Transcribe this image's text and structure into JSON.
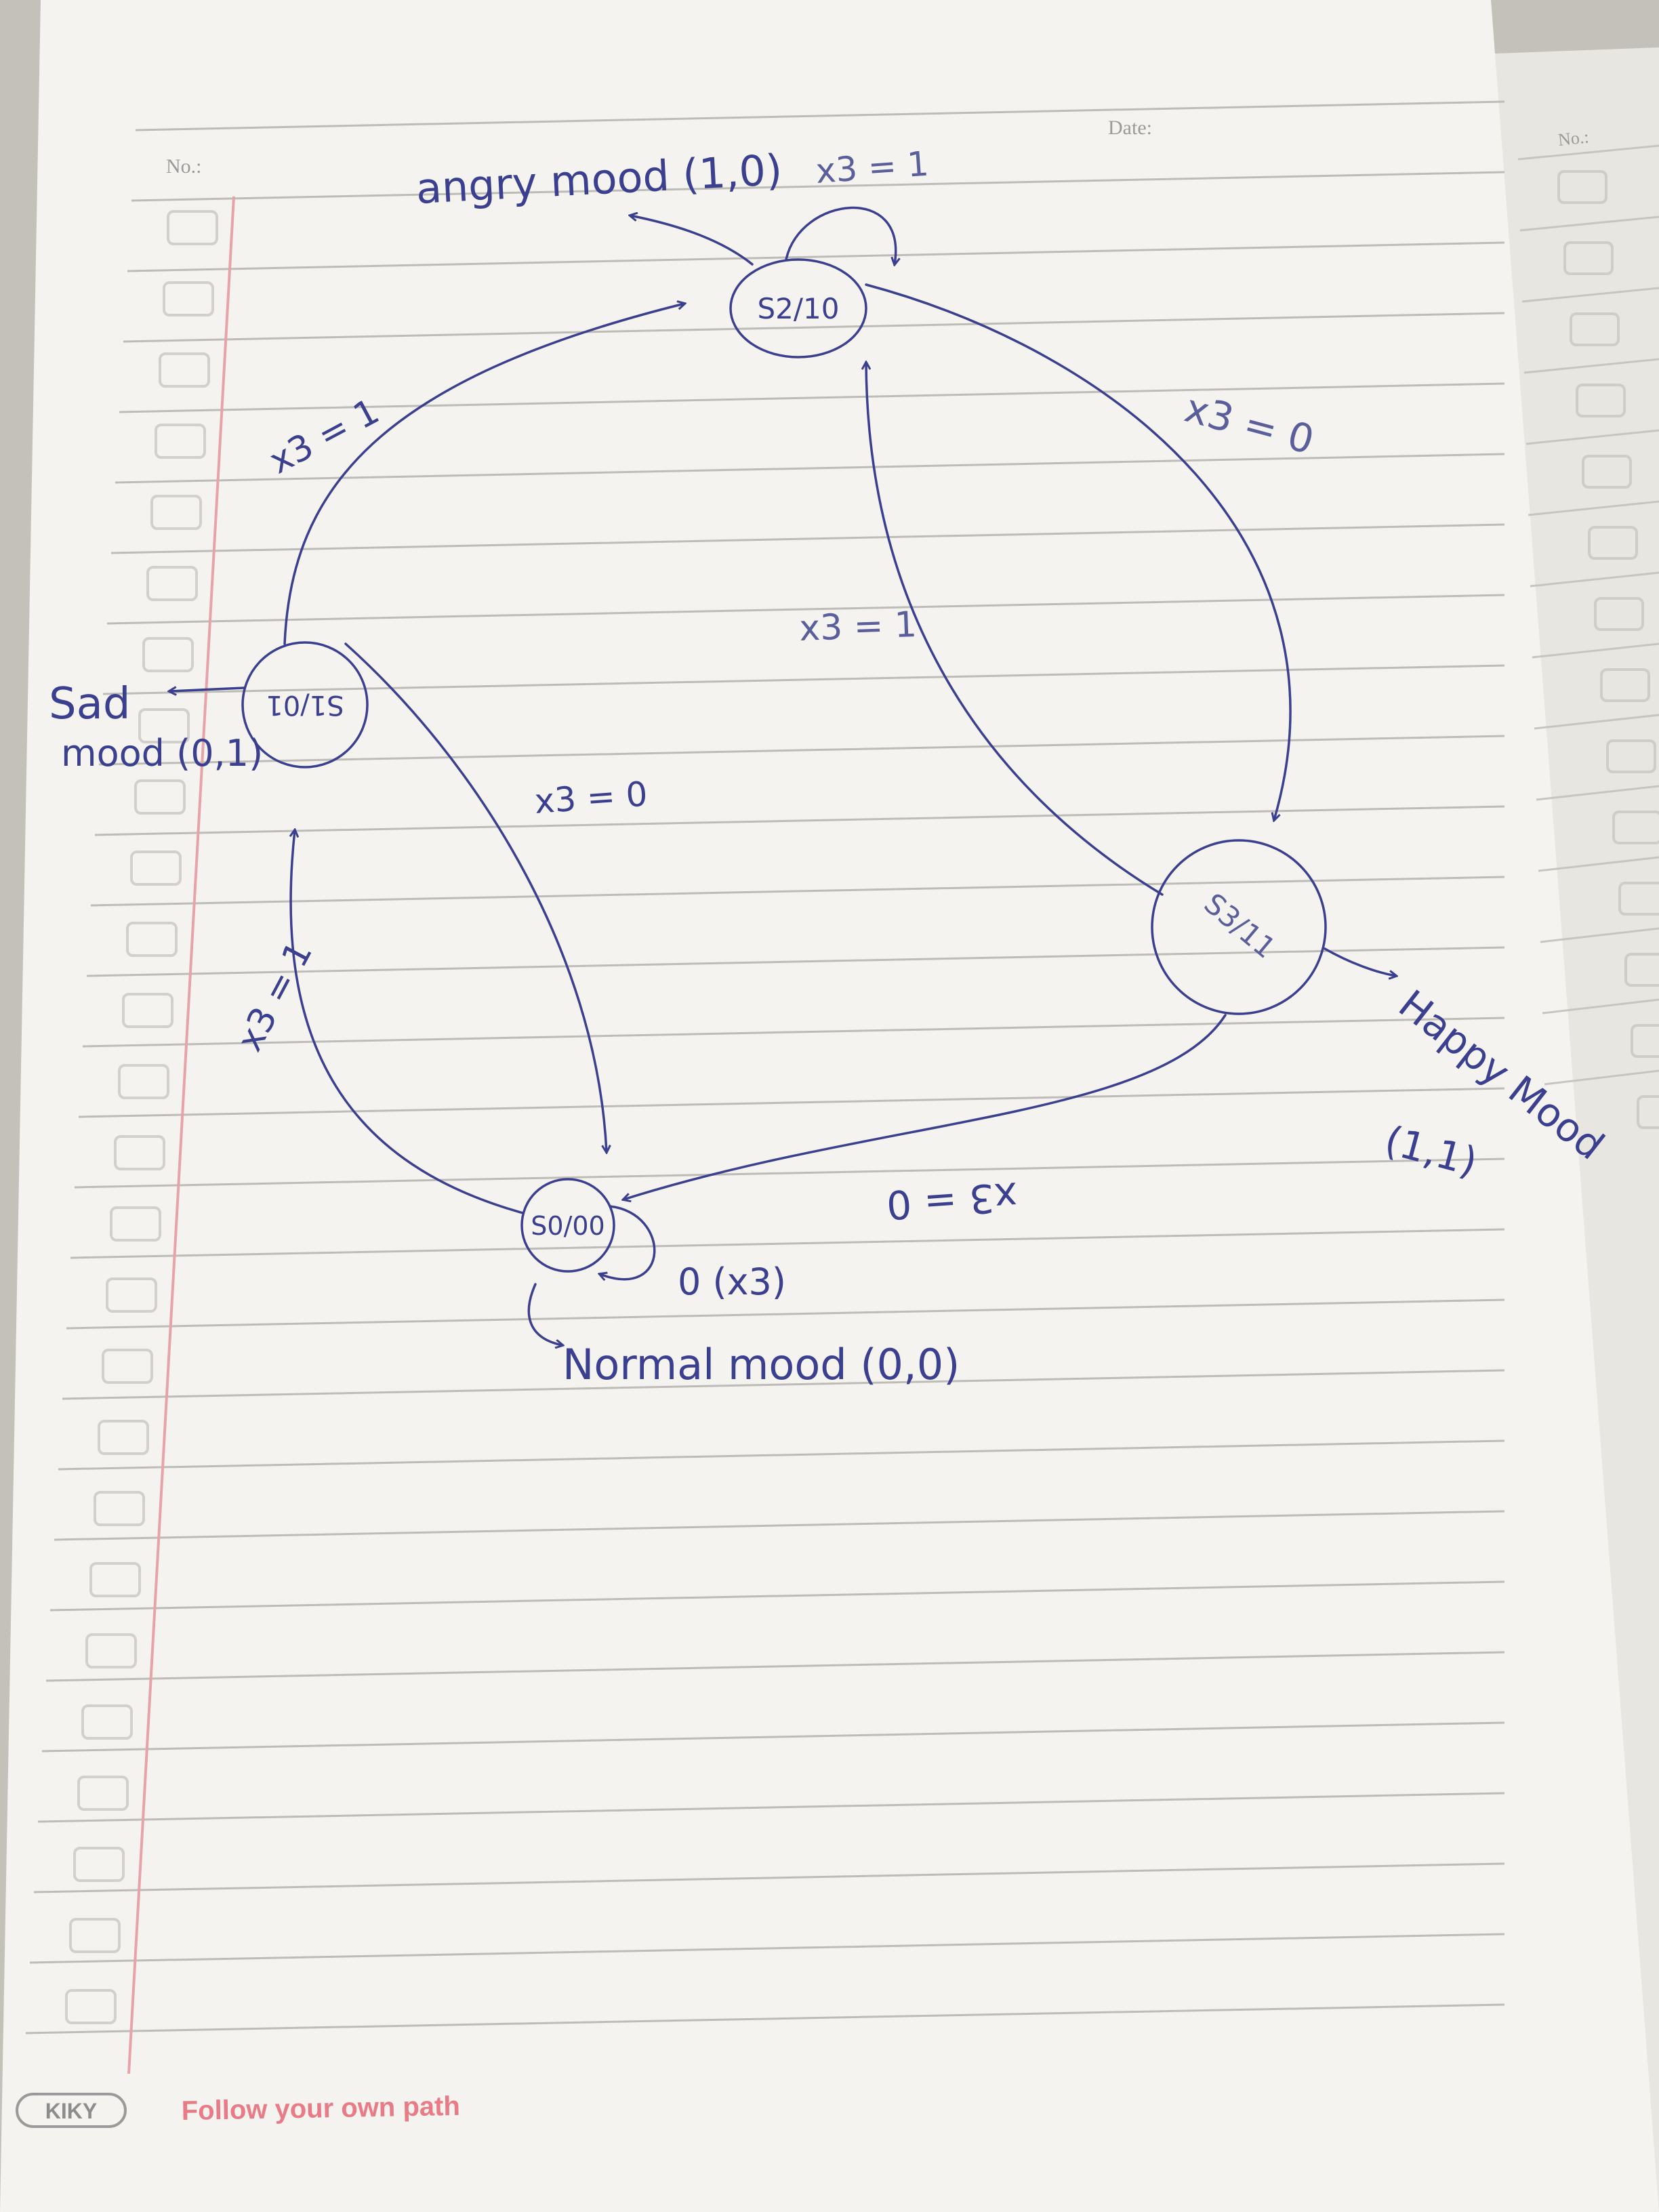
{
  "page": {
    "no_label": "No.:",
    "date_label": "Date:",
    "next_page_no_label": "No.:",
    "brand": "KIKY",
    "slogan": "Follow your own path"
  },
  "diagram": {
    "states": [
      {
        "id": "s0",
        "label": "S1/01"
      },
      {
        "id": "s1",
        "label": "S2/10"
      },
      {
        "id": "s2",
        "label": "S3/11"
      },
      {
        "id": "s3",
        "label": "S0/00"
      }
    ],
    "outputs": {
      "angry": "angry mood (1,0)",
      "sad_line1": "Sad",
      "sad_line2": "mood (0,1)",
      "happy_line1": "Happy Mood",
      "happy_line2": "(1,1)",
      "normal": "Normal mood (0,0)"
    },
    "transitions": {
      "s2_self": "x3 = 1",
      "s1_to_s2": "x3 = 1",
      "s2_to_s3": "x3 = 0",
      "s3_to_s2": "x3 = 1",
      "s1_to_s0": "x3 = 0",
      "s0_to_s1": "x3 = 1",
      "s3_to_s0": "x3 = 0",
      "s0_self": "0 (x3)"
    }
  },
  "colors": {
    "ink": "#3a3f8f",
    "paper": "#f4f3ef",
    "ruled_line": "#b9b8b3",
    "margin_line": "#e7a3a7",
    "slogan": "#e87b86"
  }
}
